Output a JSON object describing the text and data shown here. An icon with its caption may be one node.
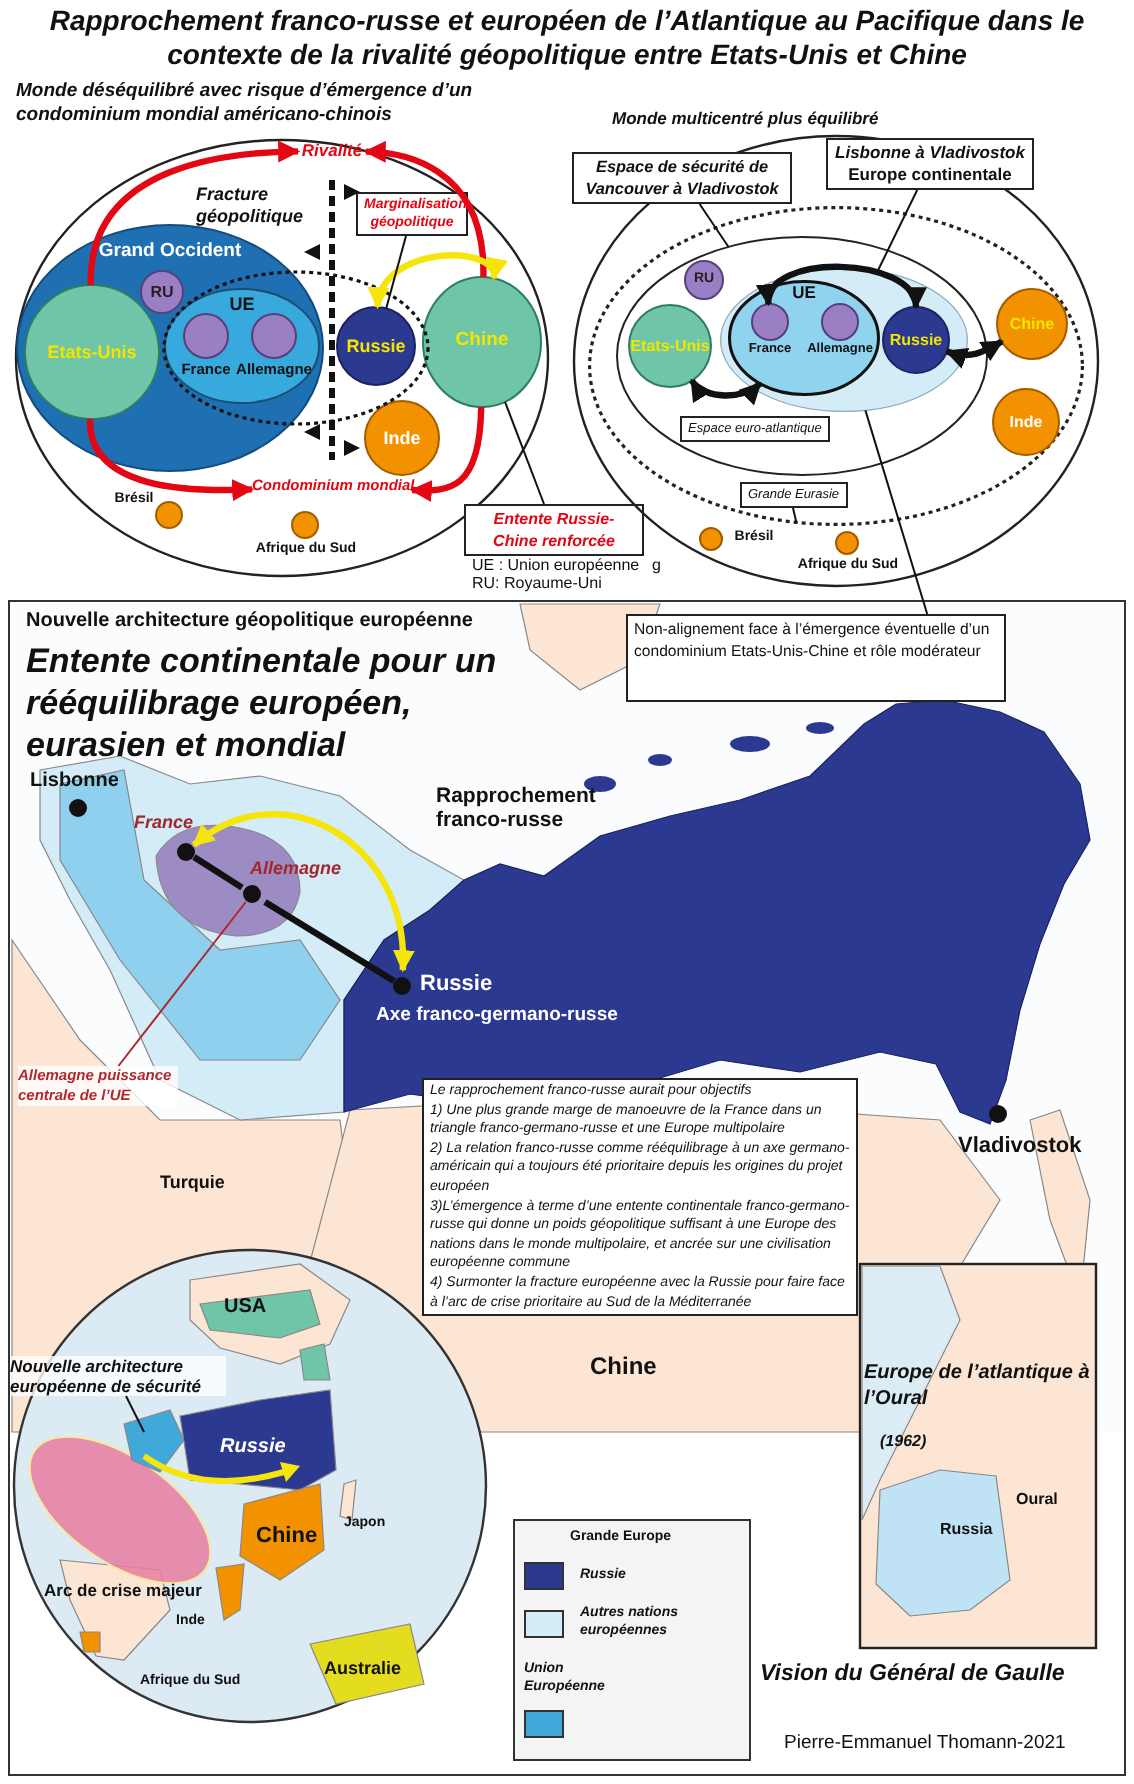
{
  "diagram": {
    "title": "Rapprochement franco-russe et européen de l’Atlantique au Pacifique dans le contexte de la rivalité géopolitique entre Etats-Unis et Chine",
    "nodes": [
      {
        "text": [
          "Monde déséquilibré avec risque d’émergence d’un condominium mondial américano-chinois"
        ]
      },
      {
        "text": [
          "Grand Occident"
        ],
        "in": 0
      },
      {
        "text": [
          "Etats-Unis"
        ],
        "in": 1
      },
      {
        "text": [
          "RU"
        ],
        "in": 1
      },
      {
        "text": [
          "UE"
        ],
        "in": 1
      },
      {
        "text": [
          "France"
        ],
        "in": 4
      },
      {
        "text": [
          "Allemagne"
        ],
        "in": 4
      },
      {
        "text": [
          "Russie"
        ],
        "in": 0
      },
      {
        "text": [
          "Chine"
        ],
        "in": 0
      },
      {
        "text": [
          "Inde"
        ],
        "in": 0
      },
      {
        "text": [
          "Brésil"
        ],
        "in": 0
      },
      {
        "text": [
          "Afrique du Sud"
        ],
        "in": 0
      },
      {
        "text": [
          "Rivalité"
        ],
        "in": 0
      },
      {
        "text": [
          "Condominium mondial"
        ],
        "in": 0
      },
      {
        "text": [
          "Marginalisation géopolitique"
        ],
        "in": 0
      },
      {
        "text": [
          "Entente Russie-Chine renforcée"
        ]
      },
      {
        "text": [
          "Monde multicentré plus équilibré"
        ]
      },
      {
        "text": [
          "Espace de sécurité de Vancouver à Vladivostok"
        ],
        "in": 16
      },
      {
        "text": [
          "Lisbonne à Vladivostok",
          "Europe continentale"
        ],
        "in": 16
      },
      {
        "text": [],
        "shape": "ellipse",
        "in": 16
      },
      {
        "text": [],
        "shape": "ellipse",
        "in": 19
      },
      {
        "text": [],
        "shape": "ellipse",
        "in": 20
      },
      {
        "text": [
          "Grande Eurasie"
        ],
        "in": 19
      },
      {
        "text": [
          "Espace euro-atlantique"
        ],
        "in": 20
      },
      {
        "text": [
          "Etats-Unis"
        ],
        "in": 20
      },
      {
        "text": [
          "RU"
        ],
        "in": 20
      },
      {
        "text": [
          "UE"
        ],
        "in": 21
      },
      {
        "text": [
          "France"
        ],
        "in": 26
      },
      {
        "text": [
          "Allemagne"
        ],
        "in": 26
      },
      {
        "text": [
          "Russie"
        ],
        "in": 21
      },
      {
        "text": [
          "Chine"
        ],
        "in": 19
      },
      {
        "text": [
          "Inde"
        ],
        "in": 19
      },
      {
        "text": [
          "Brésil"
        ],
        "in": 16
      },
      {
        "text": [
          "Afrique du Sud"
        ],
        "in": 16
      },
      {
        "text": [
          "Nouvelle architecture géopolitique européenne",
          "Entente continentale pour un rééquilibrage européen, eurasien et mondial"
        ]
      },
      {
        "text": [
          "Non-alignement face à l’émergence éventuelle d’un condominium Etats-Unis-Chine et rôle modérateur"
        ],
        "in": 34
      },
      {
        "text": [
          "France"
        ],
        "in": 34
      },
      {
        "text": [
          "Allemagne"
        ],
        "in": 34
      },
      {
        "text": [
          "Russie"
        ],
        "in": 34
      },
      {
        "text": [
          "Allemagne puissance centrale de l’UE"
        ],
        "in": 34
      },
      {
        "text": [
          "Le rapprochement franco-russe aurait pour objectifs",
          "1) Une plus grande marge de manoeuvre de la France dans un triangle franco-germano-russe et une Europe multipolaire",
          "2) La relation franco-russe comme rééquilibrage à un axe germano-américain qui a toujours été prioritaire depuis les origines du projet européen",
          "3)L’émergence à terme d’une entente continentale franco-germano-russe qui donne un poids géopolitique suffisant à une Europe des nations dans le monde multipolaire, et ancrée sur une civilisation européenne commune",
          "4) Surmonter la fracture européenne avec la Russie pour faire face à l’arc de crise prioritaire au Sud de la Méditerranée"
        ],
        "in": 34
      },
      {
        "text": [
          "Nouvelle architecture européenne de sécurité"
        ],
        "in": 34
      },
      {
        "text": [
          "Lisbonne"
        ],
        "in": 34
      },
      {
        "text": [
          "Vladivostok"
        ],
        "in": 34
      }
    ],
    "edges": [
      {
        "from": 2,
        "to": 12,
        "arrow": "to",
        "color": "#e30613"
      },
      {
        "from": 8,
        "to": 12,
        "arrow": "to",
        "color": "#e30613"
      },
      {
        "from": 2,
        "to": 13,
        "arrow": "to",
        "color": "#e30613"
      },
      {
        "from": 8,
        "to": 13,
        "arrow": "to",
        "color": "#e30613"
      },
      {
        "from": 7,
        "to": 8,
        "arrow": "both",
        "color": "#f5e50a"
      },
      {
        "from": 14,
        "to": 7,
        "arrow": "none"
      },
      {
        "from": 15,
        "to": 8,
        "arrow": "none"
      },
      {
        "from": 24,
        "to": 26,
        "arrow": "both"
      },
      {
        "from": 27,
        "to": 29,
        "arrow": "both"
      },
      {
        "from": 29,
        "to": 30,
        "arrow": "both"
      },
      {
        "from": 17,
        "to": 20,
        "arrow": "none"
      },
      {
        "from": 18,
        "to": 21,
        "arrow": "none"
      },
      {
        "from": 22,
        "to": 19,
        "arrow": "none"
      },
      {
        "from": 35,
        "to": 21,
        "arrow": "none"
      },
      {
        "from": 36,
        "to": 37,
        "arrow": "none"
      },
      {
        "from": 37,
        "to": 38,
        "arrow": "none"
      },
      {
        "from": 38,
        "to": 36,
        "arrow": "both",
        "label": "Rapprochement franco-russe",
        "color": "#f5e50a"
      },
      {
        "from": 39,
        "to": 37,
        "arrow": "none",
        "color": "#b0282e"
      },
      {
        "from": 41,
        "to": null,
        "arrow": "none"
      }
    ],
    "labels": [
      "Fracture géopolitique",
      "UE : Union européenne",
      "RU: Royaume-Uni",
      "g",
      "Axe franco-germano-russe",
      "Turquie",
      "Chine",
      "USA",
      "Russie",
      "Japon",
      "Chine",
      "Inde",
      "Arc de crise majeur",
      "Afrique du Sud",
      "Australie",
      "Grande Europe",
      "Europe de l’atlantique à l’Oural",
      "(1962)",
      "Oural",
      "Russia",
      "Vision du Général de Gaulle",
      "Pierre-Emmanuel Thomann-2021"
    ],
    "legend": [
      {
        "text": "Russie",
        "color": "#2b3990"
      },
      {
        "text": "Autres nations européennes",
        "color": "#d4ecf7"
      },
      {
        "text": "Union Européenne",
        "color": "#41a9d9"
      }
    ]
  }
}
